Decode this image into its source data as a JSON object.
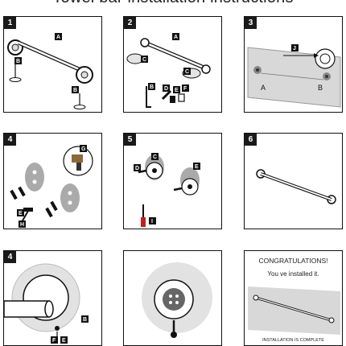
{
  "title": "Towel bar installation instructions",
  "steps": [
    {
      "number": "1",
      "labels": [
        "A",
        "B",
        "B"
      ]
    },
    {
      "number": "2",
      "labels": [
        "A",
        "C",
        "C",
        "B",
        "D",
        "E",
        "F"
      ]
    },
    {
      "number": "3",
      "labels": [
        "J",
        "A",
        "B"
      ]
    },
    {
      "number": "4",
      "labels": [
        "G",
        "E",
        "H"
      ]
    },
    {
      "number": "5",
      "labels": [
        "C",
        "D",
        "E",
        "I"
      ]
    },
    {
      "number": "6",
      "labels": []
    },
    {
      "number": "4",
      "labels": [
        "B",
        "F",
        "E"
      ]
    },
    {
      "number": "",
      "labels": []
    },
    {
      "number": ""
    }
  ],
  "final": {
    "congrats": "CONGRATULATIONS!",
    "installed": "You ve installed it.",
    "complete": "INSTALLATION IS COMPLETE"
  }
}
